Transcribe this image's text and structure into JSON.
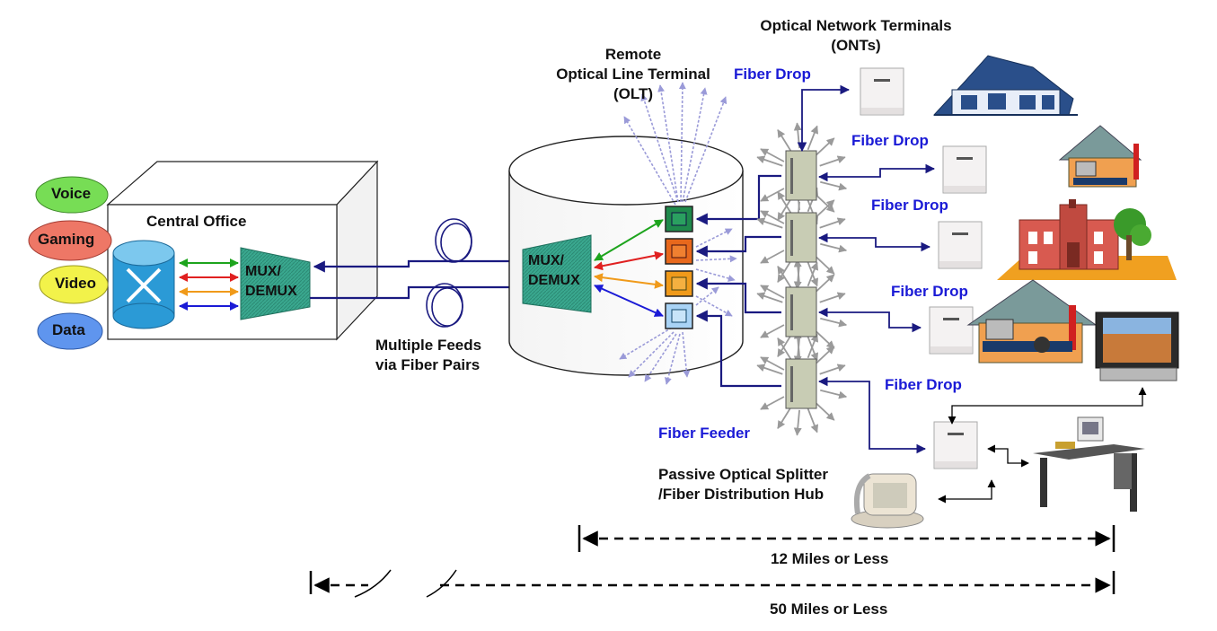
{
  "central_office": {
    "title": "Central Office",
    "mux_label": "MUX/\nDEMUX"
  },
  "services": [
    "Voice",
    "Gaming",
    "Video",
    "Data"
  ],
  "service_colors": {
    "voice": "#77dd55",
    "gaming": "#ee7766",
    "video": "#f2f24a",
    "data": "#5f95ee"
  },
  "feeds_label": [
    "Multiple Feeds",
    "via Fiber Pairs"
  ],
  "olt": {
    "title": [
      "Remote",
      "Optical Line Terminal",
      "(OLT)"
    ],
    "mux_label": "MUX/\nDEMUX"
  },
  "ont_title": [
    "Optical Network Terminals",
    "(ONTs)"
  ],
  "fiber_drop_label": "Fiber Drop",
  "fiber_feeder_label": "Fiber Feeder",
  "splitter_label": [
    "Passive Optical Splitter",
    "/Fiber Distribution Hub"
  ],
  "distances": {
    "short": "12 Miles or Less",
    "long": "50 Miles or Less"
  },
  "port_colors": [
    "#1f8a4c",
    "#e8681c",
    "#f09a1a",
    "#a9d3f5"
  ],
  "arrow_colors": [
    "#1da41d",
    "#e02020",
    "#f09a1a",
    "#1a1ad6"
  ]
}
